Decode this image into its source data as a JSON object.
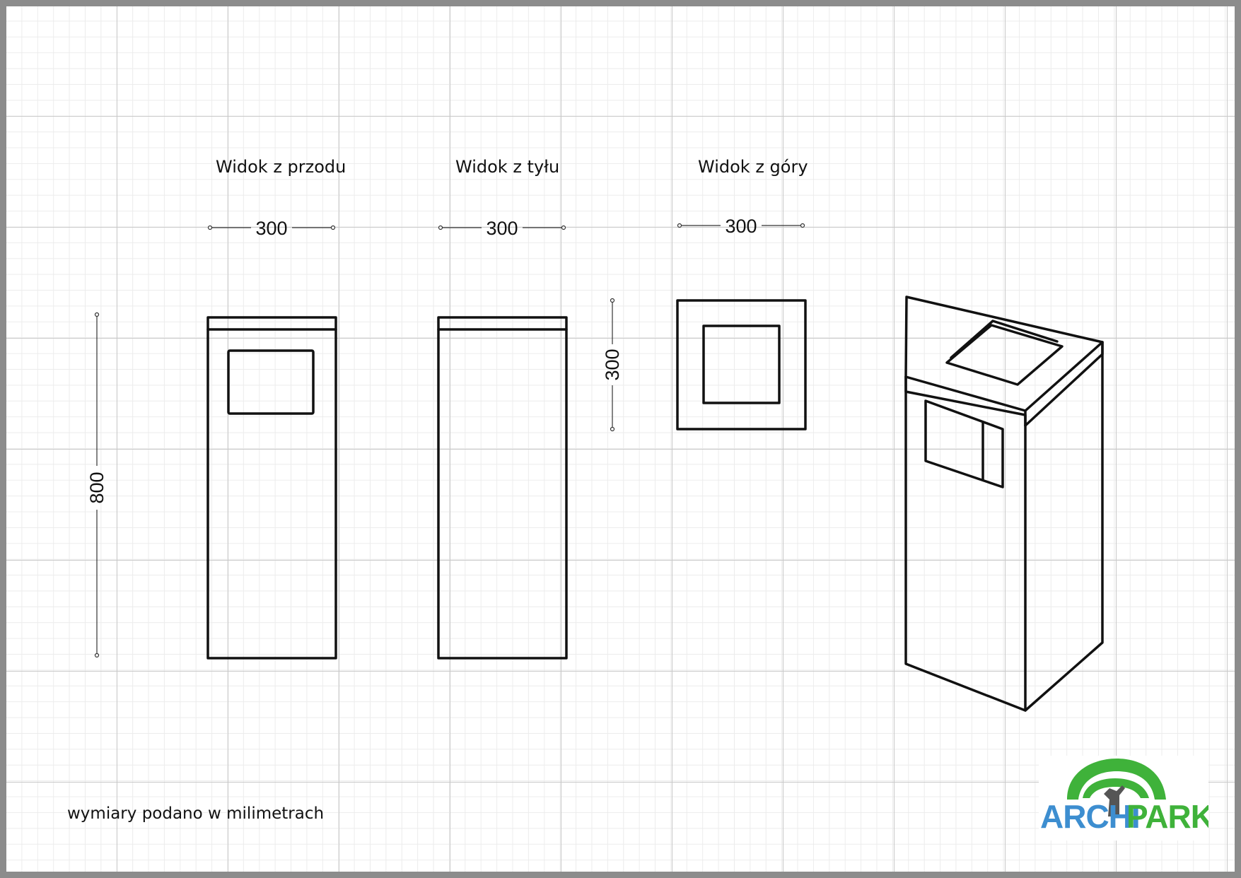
{
  "views": {
    "front_title": "Widok z przodu",
    "back_title": "Widok z tyłu",
    "top_title": "Widok z góry"
  },
  "dimensions": {
    "front_width": "300",
    "back_width": "300",
    "top_width": "300",
    "top_depth": "300",
    "height": "800"
  },
  "note": "wymiary podano w milimetrach",
  "logo": {
    "part1": "ARCHI",
    "part2": "PARK",
    "color_blue": "#3d8ed0",
    "color_green": "#3fb23a"
  }
}
